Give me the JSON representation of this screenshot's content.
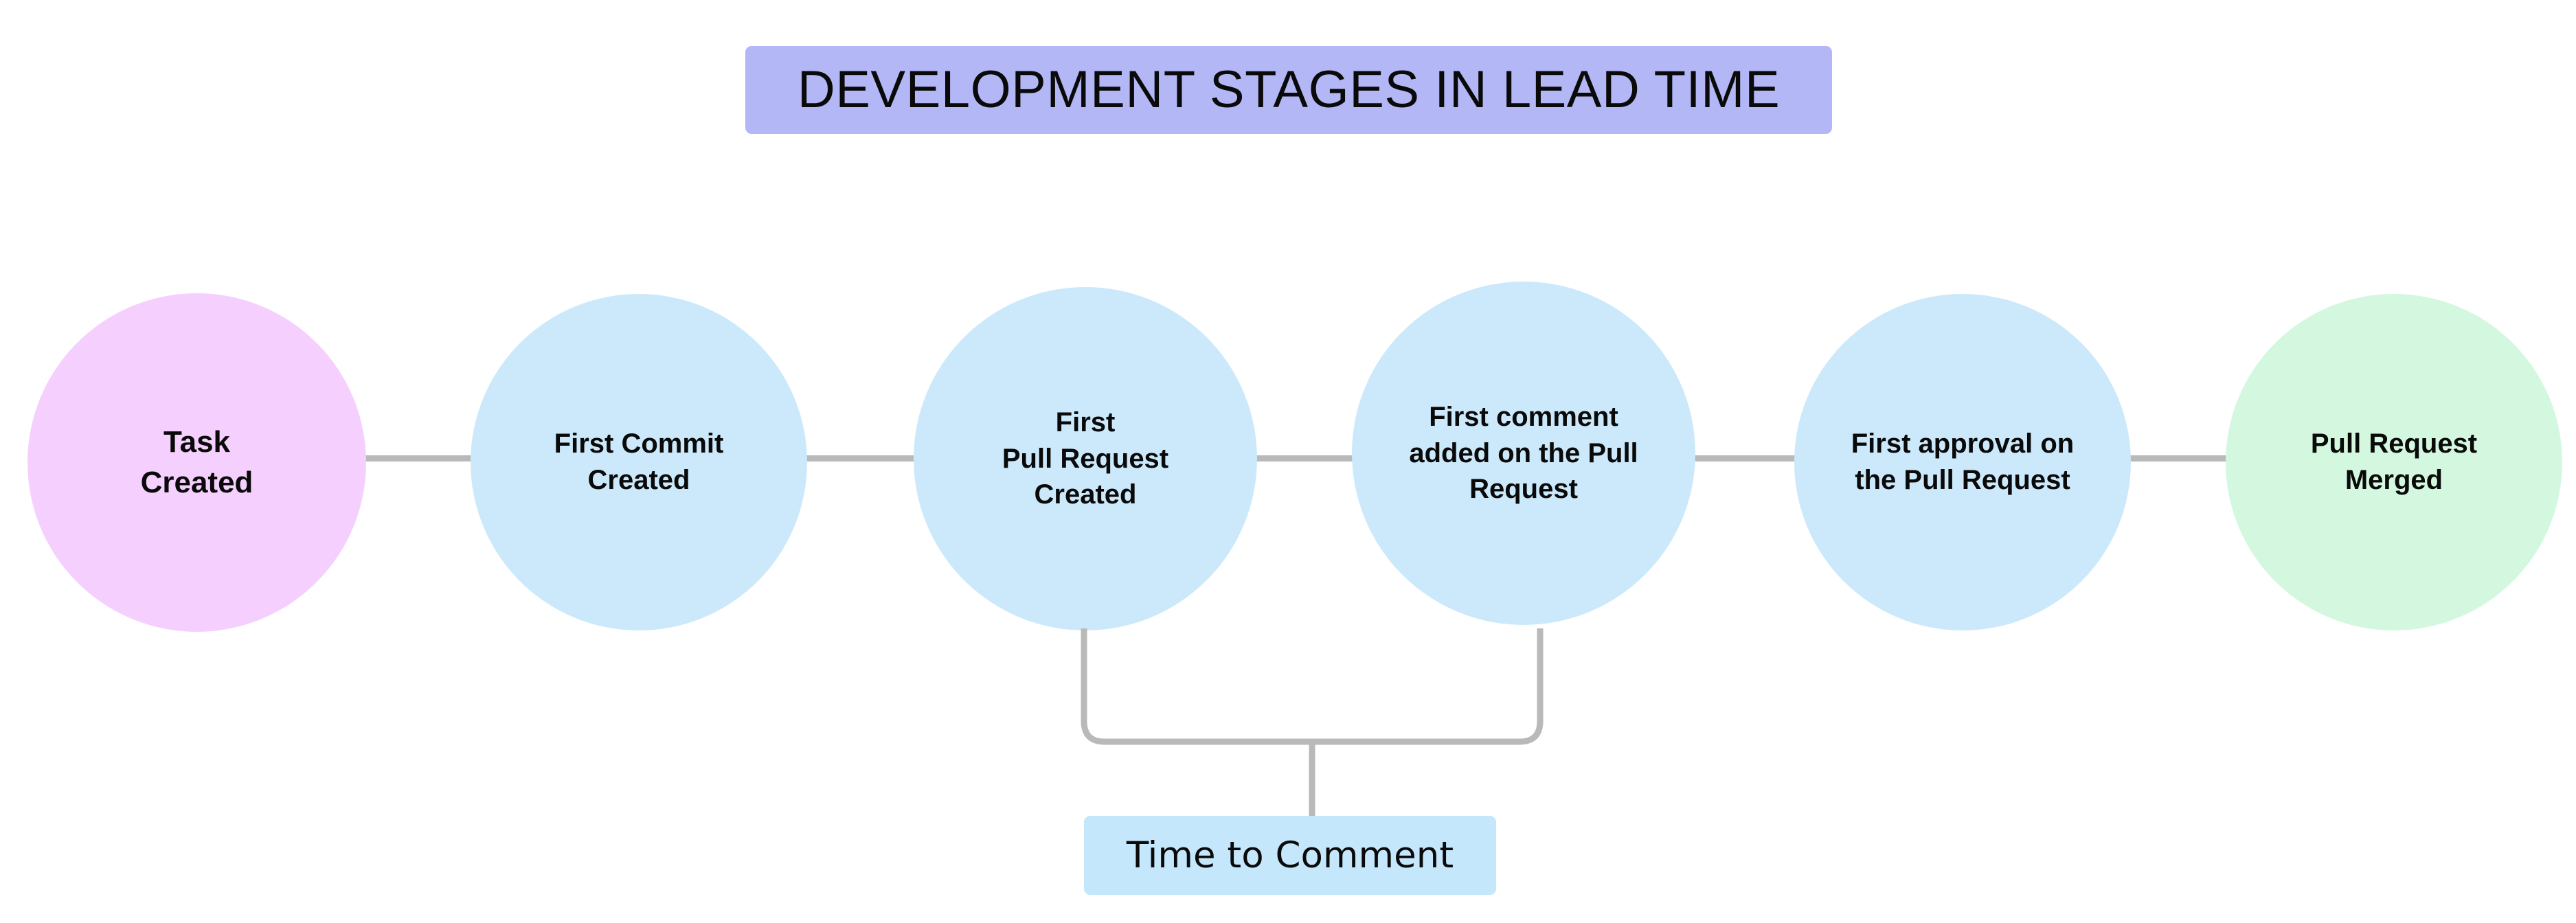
{
  "title": {
    "text": "DEVELOPMENT STAGES IN LEAD TIME",
    "background_color": "#b3b7f5",
    "text_color": "#0a0a0a"
  },
  "colors": {
    "start_node": "#f5d0fe",
    "process_node": "#cce9fb",
    "end_node": "#d3f8df",
    "connector": "#b9b9b9",
    "annotation_background": "#c4e7fb",
    "page_background": "#ffffff"
  },
  "diagram": {
    "type": "flowchart",
    "orientation": "horizontal",
    "node_shape": "circle",
    "stages": [
      {
        "id": "task-created",
        "label": "Task\nCreated",
        "color": "#f5d0fe",
        "role": "start"
      },
      {
        "id": "first-commit",
        "label": "First Commit\nCreated",
        "color": "#cce9fb",
        "role": "process"
      },
      {
        "id": "first-pr",
        "label": "First\nPull Request\nCreated",
        "color": "#cce9fb",
        "role": "process"
      },
      {
        "id": "first-comment",
        "label": "First comment\nadded on the Pull\nRequest",
        "color": "#cce9fb",
        "role": "process"
      },
      {
        "id": "first-approval",
        "label": "First approval on\nthe Pull Request",
        "color": "#cce9fb",
        "role": "process"
      },
      {
        "id": "pr-merged",
        "label": "Pull Request\nMerged",
        "color": "#d3f8df",
        "role": "end"
      }
    ],
    "connectors": [
      {
        "from": "task-created",
        "to": "first-commit"
      },
      {
        "from": "first-commit",
        "to": "first-pr"
      },
      {
        "from": "first-pr",
        "to": "first-comment"
      },
      {
        "from": "first-comment",
        "to": "first-approval"
      },
      {
        "from": "first-approval",
        "to": "pr-merged"
      }
    ],
    "annotations": [
      {
        "id": "time-to-comment",
        "label": "Time to Comment",
        "spans_from": "first-pr",
        "spans_to": "first-comment",
        "background_color": "#c4e7fb"
      }
    ]
  }
}
